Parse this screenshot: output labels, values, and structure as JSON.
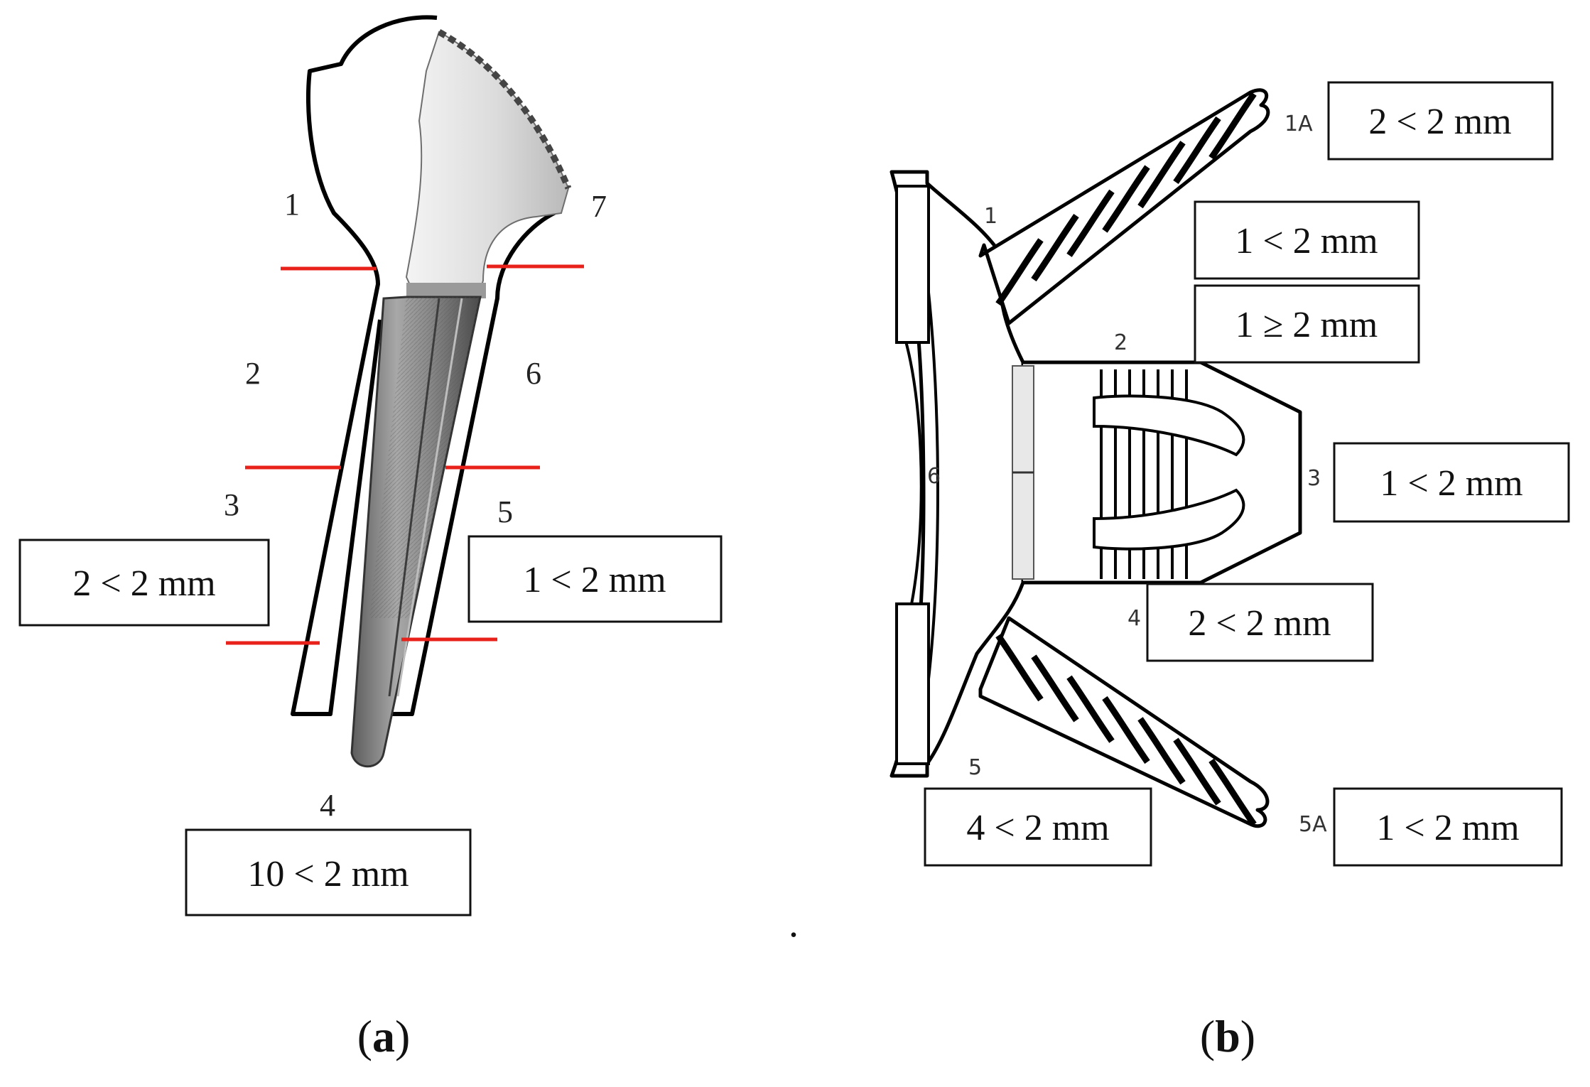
{
  "panel_a": {
    "caption_open": "(",
    "caption_letter": "a",
    "caption_close": ")",
    "zones": [
      "1",
      "2",
      "3",
      "4",
      "5",
      "6",
      "7"
    ],
    "boxes": {
      "zone_2_3": "2 < 2 mm",
      "zone_5_6": "1 < 2 mm",
      "zone_4": "10 < 2 mm"
    },
    "marker_color": "#e8221b"
  },
  "panel_b": {
    "caption_open": "(",
    "caption_letter": "b",
    "caption_close": ")",
    "zones": {
      "z1": "1",
      "z2": "2",
      "z3": "3",
      "z4": "4",
      "z5": "5",
      "z6": "6",
      "z1a": "1A",
      "z5a": "5A"
    },
    "boxes": {
      "zone_1a": "2 < 2 mm",
      "zone_1": "1 < 2 mm",
      "zone_2": "1 ≥ 2 mm",
      "zone_3": "1 < 2 mm",
      "zone_4": "2 < 2 mm",
      "zone_5": "4 < 2 mm",
      "zone_5a": "1 < 2 mm"
    }
  },
  "separator": "."
}
